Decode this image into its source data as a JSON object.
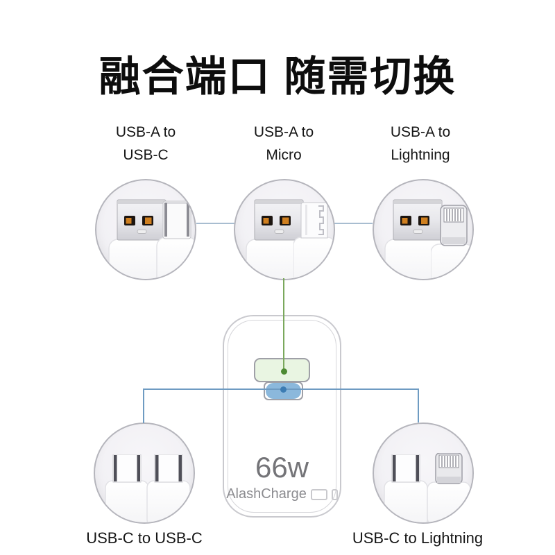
{
  "title": "融合端口 随需切换",
  "top_cables": [
    {
      "name": "USB-A to USB-C",
      "line1": "USB-A to",
      "line2": "USB-C",
      "connectors": [
        "USB-A",
        "USB-C"
      ]
    },
    {
      "name": "USB-A to Micro",
      "line1": "USB-A to",
      "line2": "Micro",
      "connectors": [
        "USB-A",
        "Micro"
      ]
    },
    {
      "name": "USB-A to Lightning",
      "line1": "USB-A to",
      "line2": "Lightning",
      "connectors": [
        "USB-A",
        "Lightning"
      ]
    }
  ],
  "bottom_cables": [
    {
      "label": "USB-C to USB-C",
      "connectors": [
        "USB-C",
        "USB-C"
      ]
    },
    {
      "label": "USB-C to Lightning",
      "connectors": [
        "USB-C",
        "Lightning"
      ]
    }
  ],
  "charger": {
    "wattage": "66w",
    "brand": "AlashCharge",
    "ports": [
      {
        "type": "USB-A",
        "highlight_color": "#e9f5e2"
      },
      {
        "type": "USB-C",
        "highlight_color": "#8bb8dc"
      }
    ]
  },
  "icons": {
    "usb_a_port_icon": "wide-rounded-rectangle-outline",
    "usb_c_port_icon": "narrow-rounded-rectangle-outline"
  },
  "colors": {
    "connector_line_top": "#a8bdd0",
    "green_line": "#7aa85c",
    "green_dot": "#4d8a33",
    "blue_line": "#6e9bc2",
    "blue_dot": "#3c7cb3",
    "circle_border": "#b5b5bc",
    "circle_fill": "#f3f2f5",
    "title_text": "#0d0d0d",
    "muted_text": "#747478"
  }
}
